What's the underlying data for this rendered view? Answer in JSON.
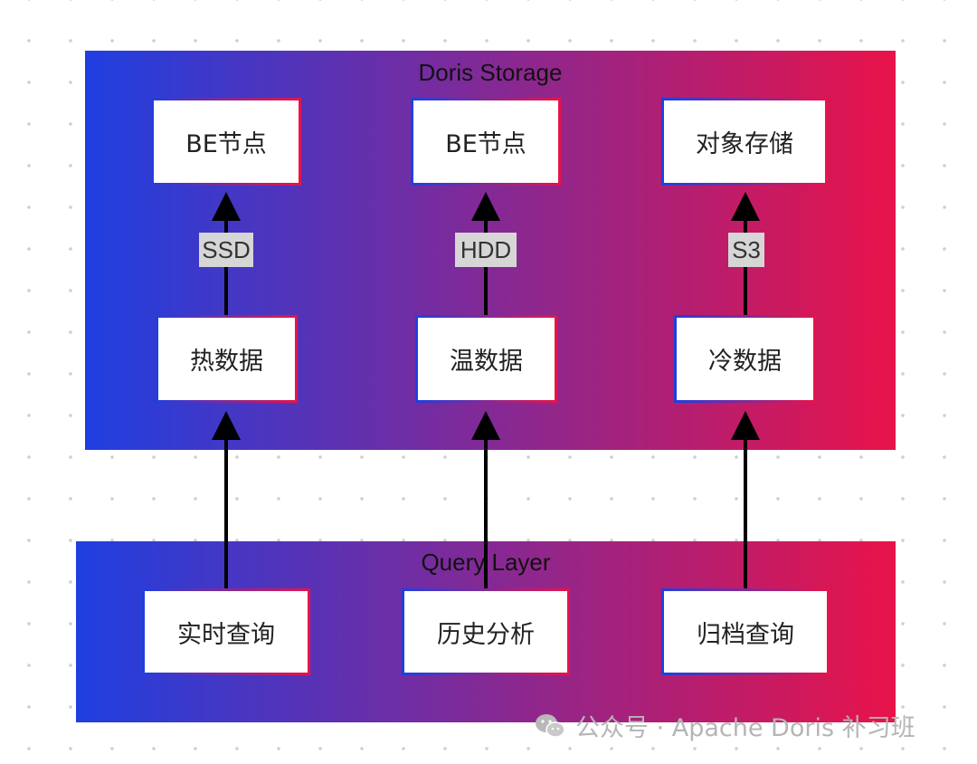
{
  "storage": {
    "title": "Doris Storage",
    "nodes": [
      "BE节点",
      "BE节点",
      "对象存储"
    ],
    "media": [
      "SSD",
      "HDD",
      "S3"
    ],
    "tiers": [
      "热数据",
      "温数据",
      "冷数据"
    ]
  },
  "query": {
    "title": "Query Layer",
    "nodes": [
      "实时查询",
      "历史分析",
      "归档查询"
    ]
  },
  "watermark": "公众号 · Apache Doris 补习班",
  "colors": {
    "gradient_start": "#1f3fe0",
    "gradient_end": "#e8134a",
    "label_bg": "#d6d6d6"
  }
}
